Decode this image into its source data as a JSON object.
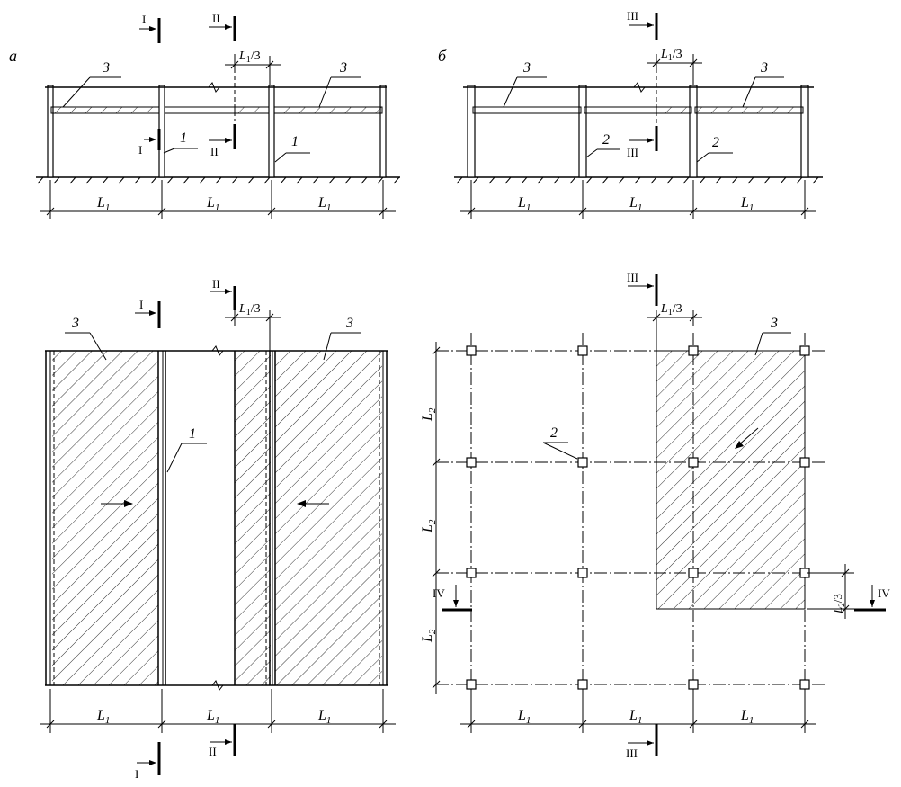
{
  "panel_labels": {
    "a": "а",
    "b": "б"
  },
  "sections": {
    "s1": "I",
    "s2": "II",
    "s3": "III",
    "s4": "IV"
  },
  "dims": {
    "L1": "L",
    "L1_sub": "1",
    "L2": "L",
    "L2_sub": "2",
    "L1_third_main": "L",
    "L1_third_sub": "1",
    "L1_third_tail": "/3",
    "L2_third_main": "L",
    "L2_third_sub": "2",
    "L2_third_tail": "/3"
  },
  "callouts": {
    "one": "1",
    "two": "2",
    "three": "3"
  },
  "colors": {
    "line": "#000000",
    "background": "#ffffff"
  }
}
